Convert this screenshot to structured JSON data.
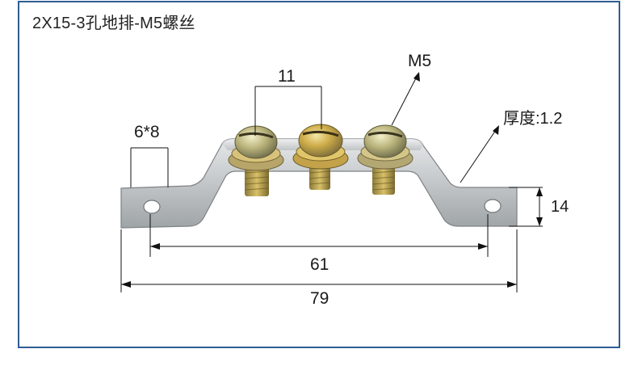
{
  "title": "2X15-3孔地排-M5螺丝",
  "labels": {
    "screw_spec": "M5",
    "pitch": "11",
    "thickness": "厚度:1.2",
    "slot": "6*8",
    "height": "14",
    "hole_spacing": "61",
    "overall_length": "79"
  },
  "colors": {
    "frame_border": "#2f5d93",
    "plate": "#c9cccd",
    "screw_gold": "#c9a63a",
    "dimension_line": "#111111"
  }
}
